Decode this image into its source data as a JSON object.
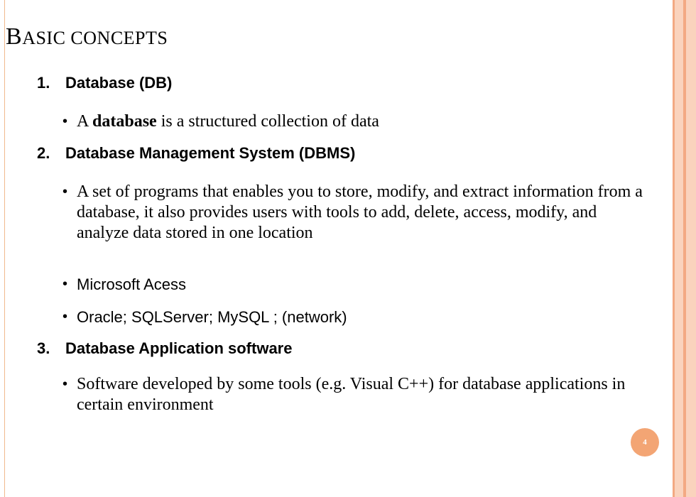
{
  "slide": {
    "title_cap": "B",
    "title_rest": "asic concepts",
    "sections": [
      {
        "number": "1.",
        "heading": "Database (DB)",
        "items": [
          {
            "before": "A ",
            "bold": "database",
            "after": " is a structured collection of data"
          }
        ]
      },
      {
        "number": "2.",
        "heading": "Database Management System (DBMS)",
        "items": [
          {
            "text": "A set of programs that enables you to store, modify, and extract information from a database, it also provides users with tools to add, delete, access, modify, and analyze data stored in one location"
          },
          {
            "text": "Microsoft Acess"
          },
          {
            "text": "Oracle;  SQLServer; MySQL ; (network)"
          }
        ]
      },
      {
        "number": "3.",
        "heading": "Database Application software",
        "items": [
          {
            "text": "Software developed by some tools (e.g. Visual C++) for database applications in certain environment"
          }
        ]
      }
    ],
    "bullet": "•",
    "page_number": "4"
  },
  "colors": {
    "accent": "#f3a574",
    "band_light": "#fad3bd",
    "band_dark": "#f3a983"
  }
}
